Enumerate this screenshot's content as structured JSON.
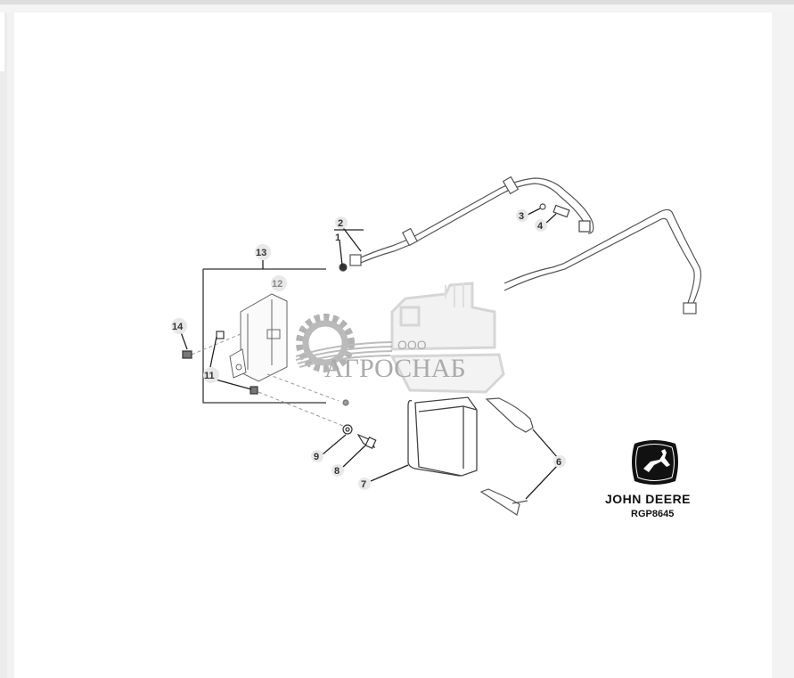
{
  "diagram": {
    "type": "exploded-parts-diagram",
    "callouts": [
      {
        "id": "1",
        "label": "1"
      },
      {
        "id": "2",
        "label": "2"
      },
      {
        "id": "3",
        "label": "3"
      },
      {
        "id": "4",
        "label": "4"
      },
      {
        "id": "6",
        "label": "6"
      },
      {
        "id": "7",
        "label": "7"
      },
      {
        "id": "8",
        "label": "8"
      },
      {
        "id": "9",
        "label": "9"
      },
      {
        "id": "11",
        "label": "11"
      },
      {
        "id": "12",
        "label": "12"
      },
      {
        "id": "13",
        "label": "13"
      },
      {
        "id": "14",
        "label": "14"
      }
    ],
    "watermark": {
      "prefix": "ООО",
      "name": "АГРОСНАБ"
    },
    "brand": {
      "name": "JOHN DEERE",
      "code": "RGP8645"
    }
  }
}
